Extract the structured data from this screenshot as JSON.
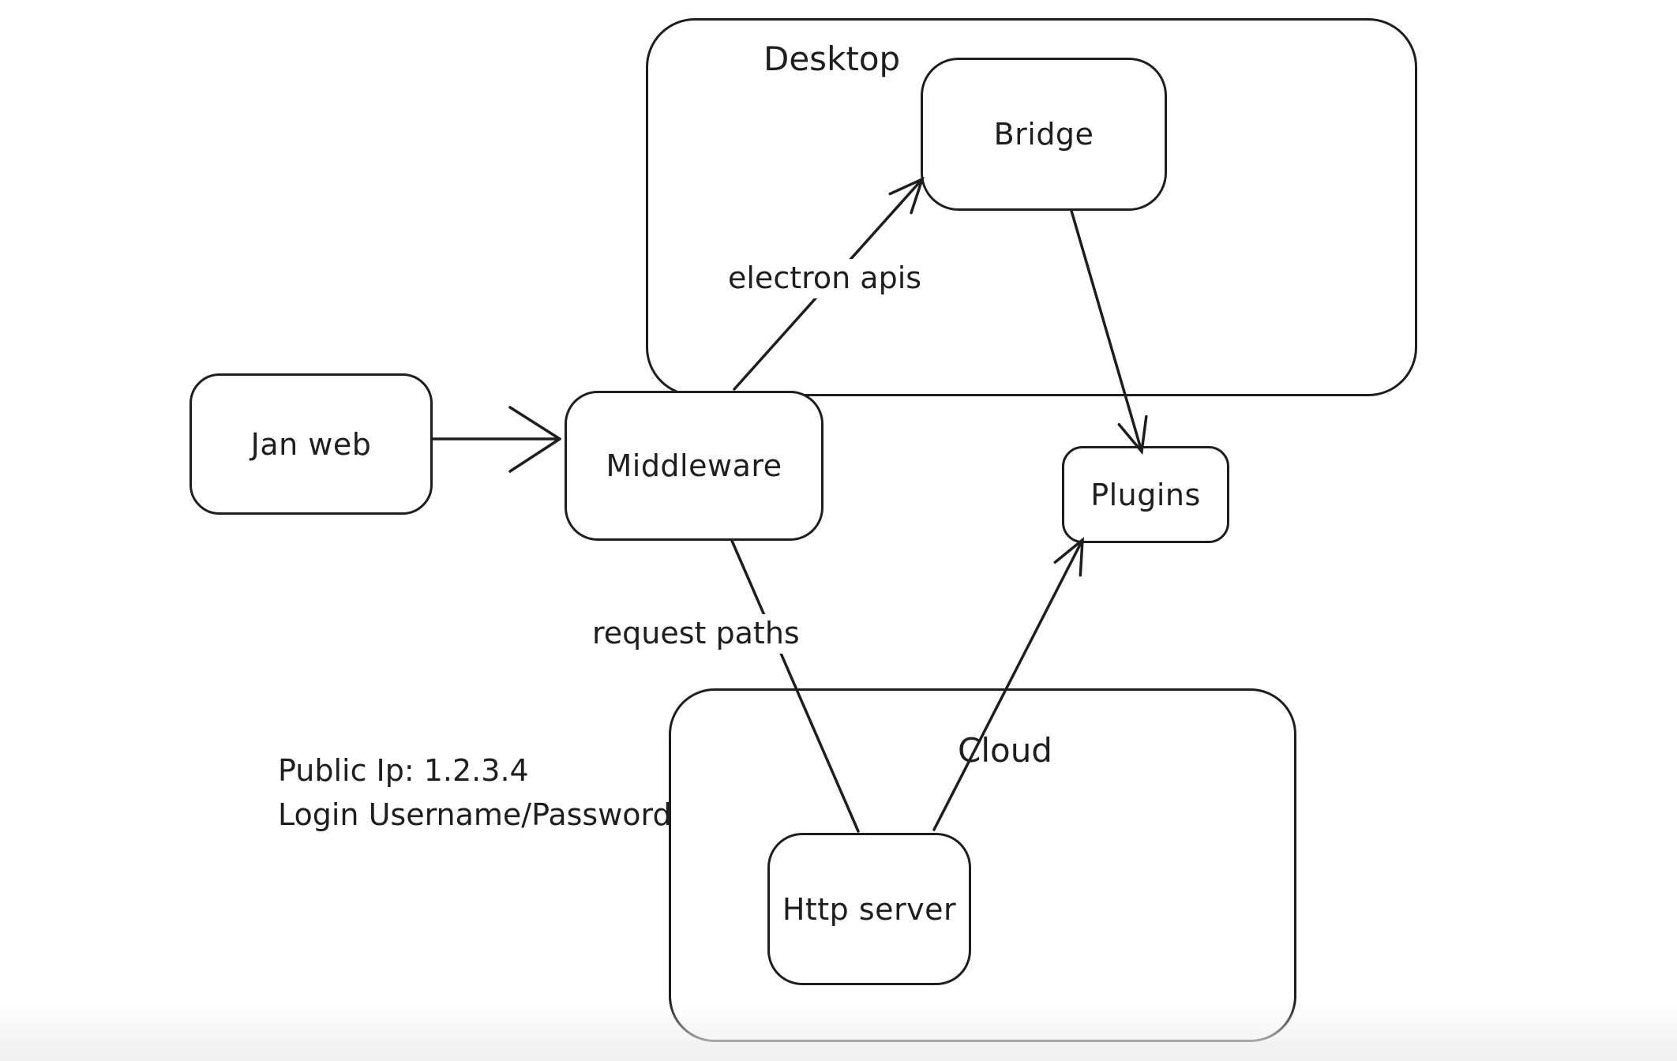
{
  "canvas": {
    "background_color": "#ffffff",
    "stroke_color": "#1e1e1e",
    "bottom_fade_color": "#efeff1"
  },
  "containers": {
    "desktop": {
      "label": "Desktop"
    },
    "cloud": {
      "label": "Cloud"
    }
  },
  "nodes": {
    "jan_web": {
      "label": "Jan web"
    },
    "middleware": {
      "label": "Middleware"
    },
    "bridge": {
      "label": "Bridge"
    },
    "plugins": {
      "label": "Plugins"
    },
    "http_server": {
      "label": "Http server"
    }
  },
  "edges": {
    "janweb_to_middleware": {
      "label": "",
      "from": "Jan web",
      "to": "Middleware",
      "arrowhead": "chevron-at-middleware"
    },
    "middleware_to_bridge": {
      "label": "electron apis",
      "from": "Middleware",
      "to": "Bridge",
      "arrowhead": "arrow-at-bridge"
    },
    "bridge_to_plugins": {
      "label": "",
      "from": "Bridge",
      "to": "Plugins",
      "arrowhead": "arrow-at-plugins-top"
    },
    "middleware_to_httpserver": {
      "label": "request paths",
      "from": "Middleware",
      "to": "Http server",
      "arrowhead": "none"
    },
    "httpserver_to_plugins": {
      "label": "",
      "from": "Http server",
      "to": "Plugins",
      "arrowhead": "arrow-at-plugins-bottom"
    }
  },
  "annotations": {
    "public_ip": "Public Ip: 1.2.3.4",
    "login": "Login Username/Password"
  }
}
